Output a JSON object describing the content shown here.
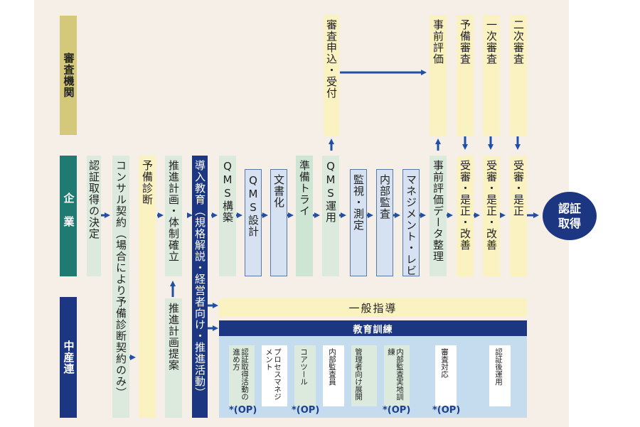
{
  "rows": {
    "shinsa": "審査機関",
    "kigyo": "企業",
    "chusanren": "中産連"
  },
  "shinsa_boxes": {
    "moshikomi": "審査申込・受付",
    "jizen": "事前評価",
    "yobi": "予備審査",
    "ichiji": "一次審査",
    "niji": "二次審査"
  },
  "kigyo_boxes": {
    "ninsho_kettei": "認証取得の決定",
    "consul": "コンサル契約（場合により予備診断契約のみ）",
    "yobi_shindan": "予備診断",
    "suishin": "推進計画・体制確立",
    "donyu": "導入教育（規格解説・経営者向け・推進活動）",
    "qms_kochiku": "QMS構築",
    "qms_sekkei": "QMS設計",
    "bunsho": "文書化",
    "junbi": "準備トライ",
    "qms_unyo": "QMS運用",
    "kanshi": "監視・測定",
    "naibu": "内部監査",
    "management": "マネジメント・レビュー",
    "jizen_data": "事前評価データ整理",
    "jushin1": "受審・是正・改善",
    "jushin2": "受審・是正・改善",
    "jushin3": "受審・是正",
    "ninsho": "認証取得"
  },
  "chusanren_boxes": {
    "suishin_teian": "推進計画提案",
    "ippan": "一般指導",
    "kyoiku": "教育訓練"
  },
  "courses": [
    {
      "label": "認証取得活動の進め方",
      "op": "*(OP)"
    },
    {
      "label": "プロセスマネジメント",
      "op": ""
    },
    {
      "label": "コアツール",
      "op": "*(OP)"
    },
    {
      "label": "内部監査員",
      "op": ""
    },
    {
      "label": "管理者向け展開",
      "op": ""
    },
    {
      "label": "内部監査実地訓練",
      "op": "*(OP)"
    },
    {
      "label": "審査対応",
      "op": "*(OP)"
    },
    {
      "label": "認証後運用",
      "op": ""
    }
  ],
  "colors": {
    "panel": "#f6efe8",
    "olive": "#d4c97a",
    "teal": "#1f7a72",
    "navy": "#1c3682",
    "arrow": "#1f4fa6"
  }
}
